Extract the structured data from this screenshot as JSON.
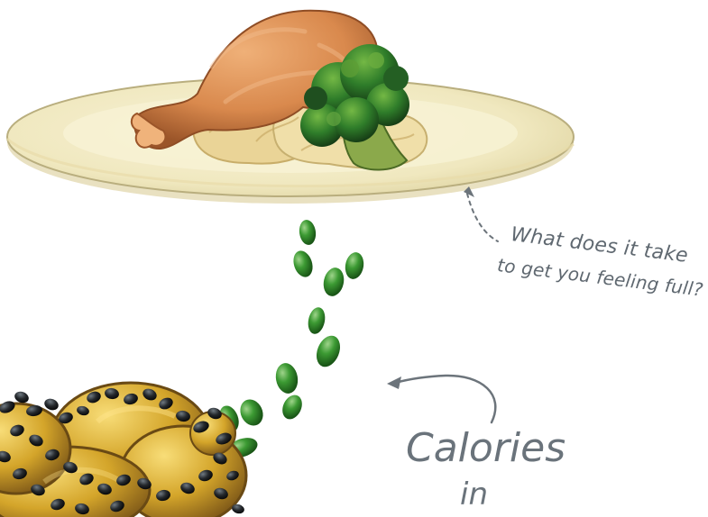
{
  "annotation": {
    "question_line_1": "What does it take",
    "question_line_2": "to get you feeling full?"
  },
  "process_label": {
    "line_1": "Calories",
    "line_2": "in"
  },
  "colors": {
    "plate": "#f0e8bf",
    "plate_rim": "#d8cc96",
    "chicken": "#d9894d",
    "broccoli": "#2f7d2a",
    "green_bead": "#3c9a33",
    "fat_cell": "#d4a52a",
    "dark_bead": "#25292d",
    "handwriting": "#5f6870"
  },
  "icons": {
    "meal": "plate-of-chicken-broccoli-potatoes",
    "flow": "green-bead-stream",
    "fat": "fat-cell-cluster",
    "arrow": "curved-arrow"
  }
}
